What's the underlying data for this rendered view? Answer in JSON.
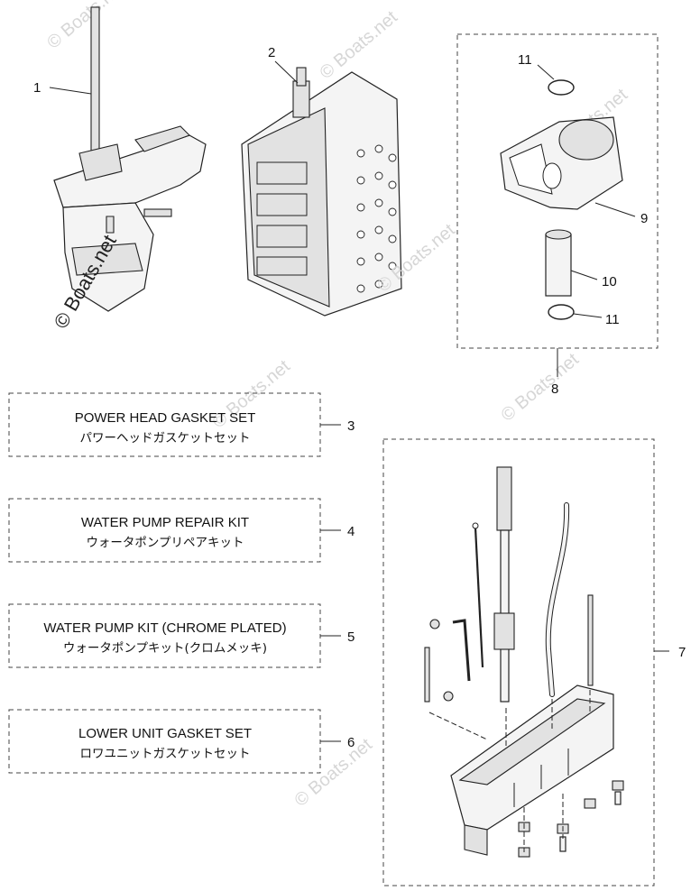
{
  "callouts": {
    "c1": "1",
    "c2": "2",
    "c3": "3",
    "c4": "4",
    "c5": "5",
    "c6": "6",
    "c7": "7",
    "c8": "8",
    "c9": "9",
    "c10": "10",
    "c11a": "11",
    "c11b": "11"
  },
  "kits": [
    {
      "en": "POWER HEAD GASKET SET",
      "jp": "パワーヘッドガスケットセット"
    },
    {
      "en": "WATER PUMP REPAIR KIT",
      "jp": "ウォータポンプリペアキット"
    },
    {
      "en": "WATER PUMP KIT (CHROME PLATED)",
      "jp": "ウォータポンプキット(クロムメッキ)"
    },
    {
      "en": "LOWER UNIT GASKET SET",
      "jp": "ロワユニットガスケットセット"
    }
  ],
  "watermark": {
    "main": "© Boats.net",
    "faint": "© Boats.net"
  },
  "colors": {
    "ink": "#111111",
    "watermark": "#d6d6d6",
    "paper": "#ffffff"
  }
}
